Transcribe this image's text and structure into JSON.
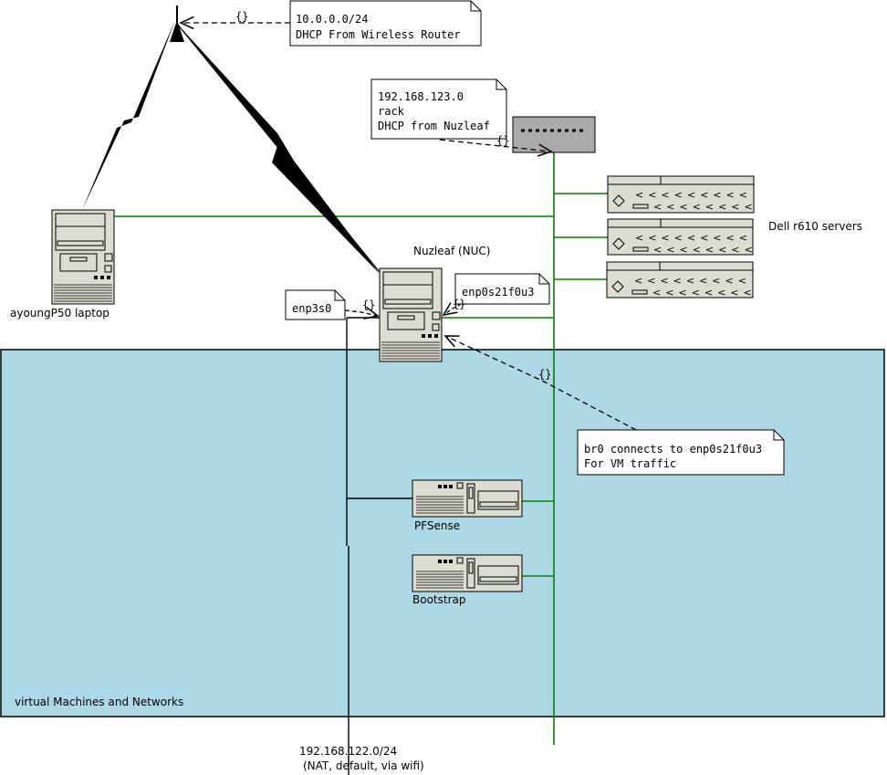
{
  "colors": {
    "vm_area": "#add8e6",
    "network_line": "#008000",
    "device_fill": "#dcdcd0",
    "switch_fill": "#aaaaaa"
  },
  "labels": {
    "laptop": "ayoungP50 laptop",
    "nuc": "Nuzleaf (NUC)",
    "servers": "Dell r610 servers",
    "pfsense": "PFSense",
    "bootstrap": "Bootstrap",
    "vm_area": "virtual Machines and Networks",
    "nat_line1": "192.168.122.0/24",
    "nat_line2": "(NAT, default, via wifi)"
  },
  "notes": {
    "wifi": {
      "line1": "10.0.0.0/24",
      "line2": "DHCP From Wireless Router"
    },
    "rack": {
      "line1": "192.168.123.0",
      "line2": "rack",
      "line3": "DHCP from Nuzleaf"
    },
    "enp3s0": "enp3s0",
    "enp0s21f0u3": "enp0s21f0u3",
    "br0": {
      "line1": "br0 connects to enp0s21f0u3",
      "line2": "For VM traffic"
    }
  },
  "anchor_marks": {
    "wifi": "{}",
    "rack": "{}",
    "enp3s0": "{}",
    "enp0s21f0u3": "{}",
    "br0": "{}"
  },
  "icons": {
    "antenna": "wireless-antenna-icon",
    "switch": "network-switch-icon",
    "server": "rack-server-icon",
    "tower": "tower-pc-icon",
    "desktop": "desktop-pc-icon"
  }
}
